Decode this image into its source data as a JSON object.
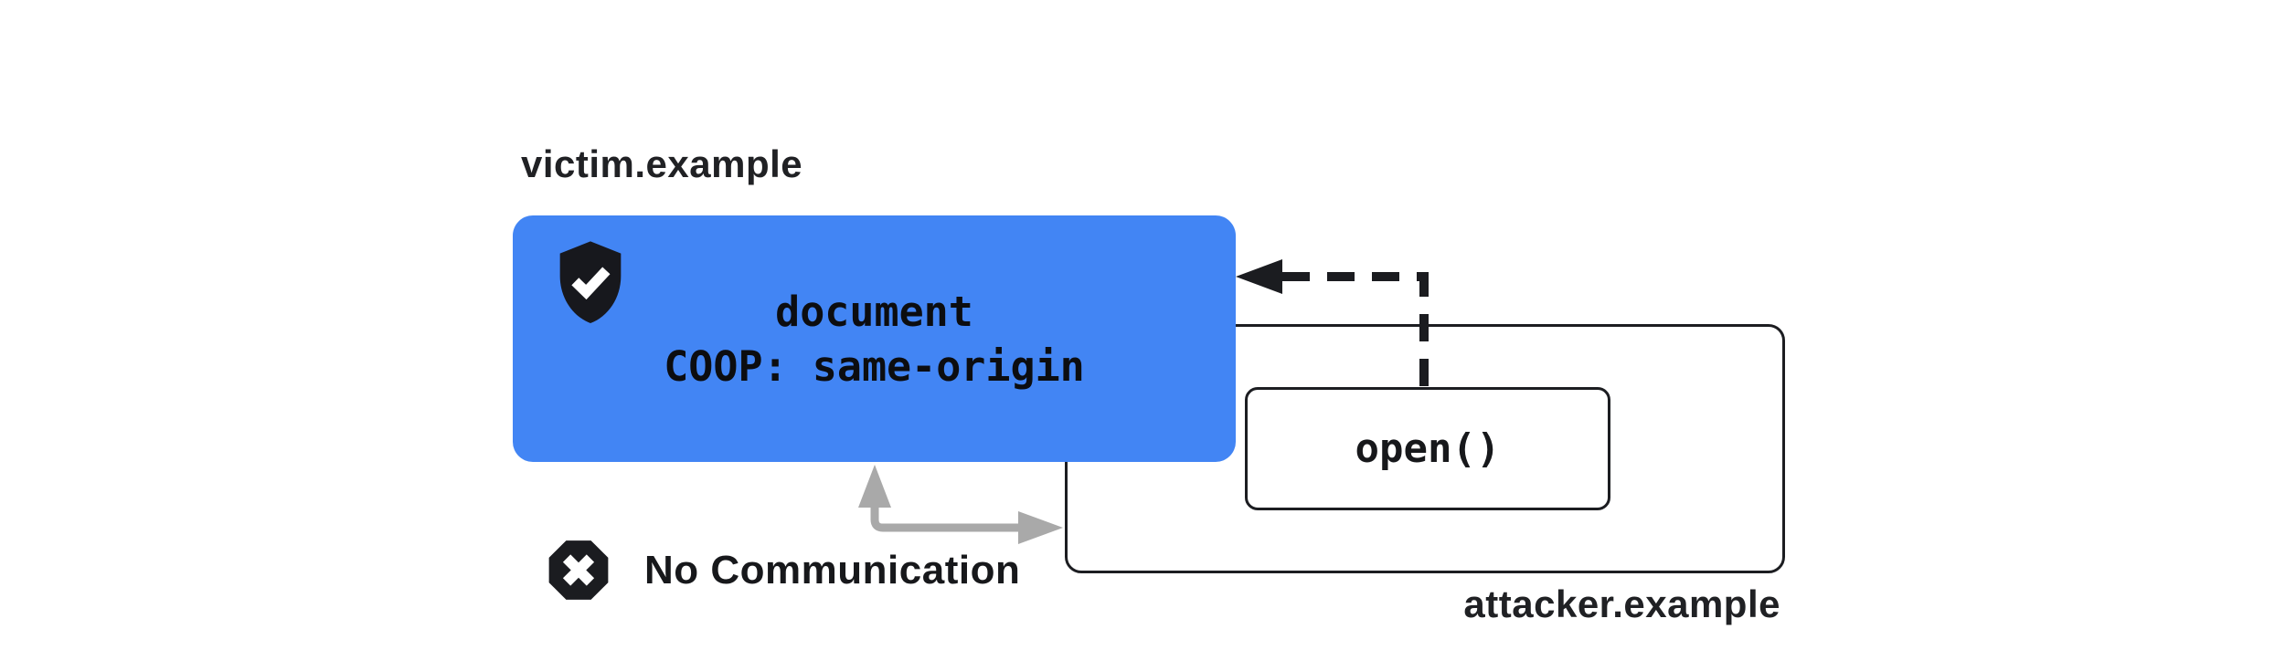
{
  "victim": {
    "domain_label": "victim.example",
    "document_line": "document",
    "coop_line": "COOP: same-origin"
  },
  "attacker": {
    "domain_label": "attacker.example",
    "open_call": "open()"
  },
  "status": {
    "no_communication_label": "No Communication"
  },
  "icons": {
    "shield": "shield-check-icon",
    "blocked": "x-octagon-icon",
    "opener_reference": "dashed-left-arrow",
    "blocked_channel": "gray-elbow-arrow"
  },
  "colors": {
    "victim_box_blue": "#4285f4",
    "ink_black": "#1c1d21",
    "label_gray_black": "#202124",
    "arrow_gray": "#a9a9a9",
    "background": "#ffffff"
  }
}
